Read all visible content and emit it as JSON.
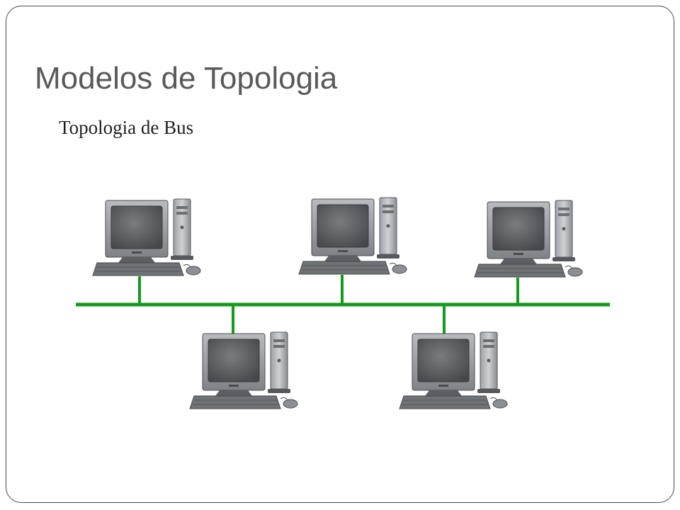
{
  "slide": {
    "title": "Modelos de Topologia",
    "subtitle": "Topologia de Bus"
  },
  "diagram": {
    "topology": "bus",
    "node_count": 5,
    "colors": {
      "bus_line": "#129b1d",
      "computer_body": "#7c7f84",
      "screen": "#56585c",
      "frame": "#ececec"
    },
    "icons": [
      "desktop-computer-icon"
    ]
  }
}
